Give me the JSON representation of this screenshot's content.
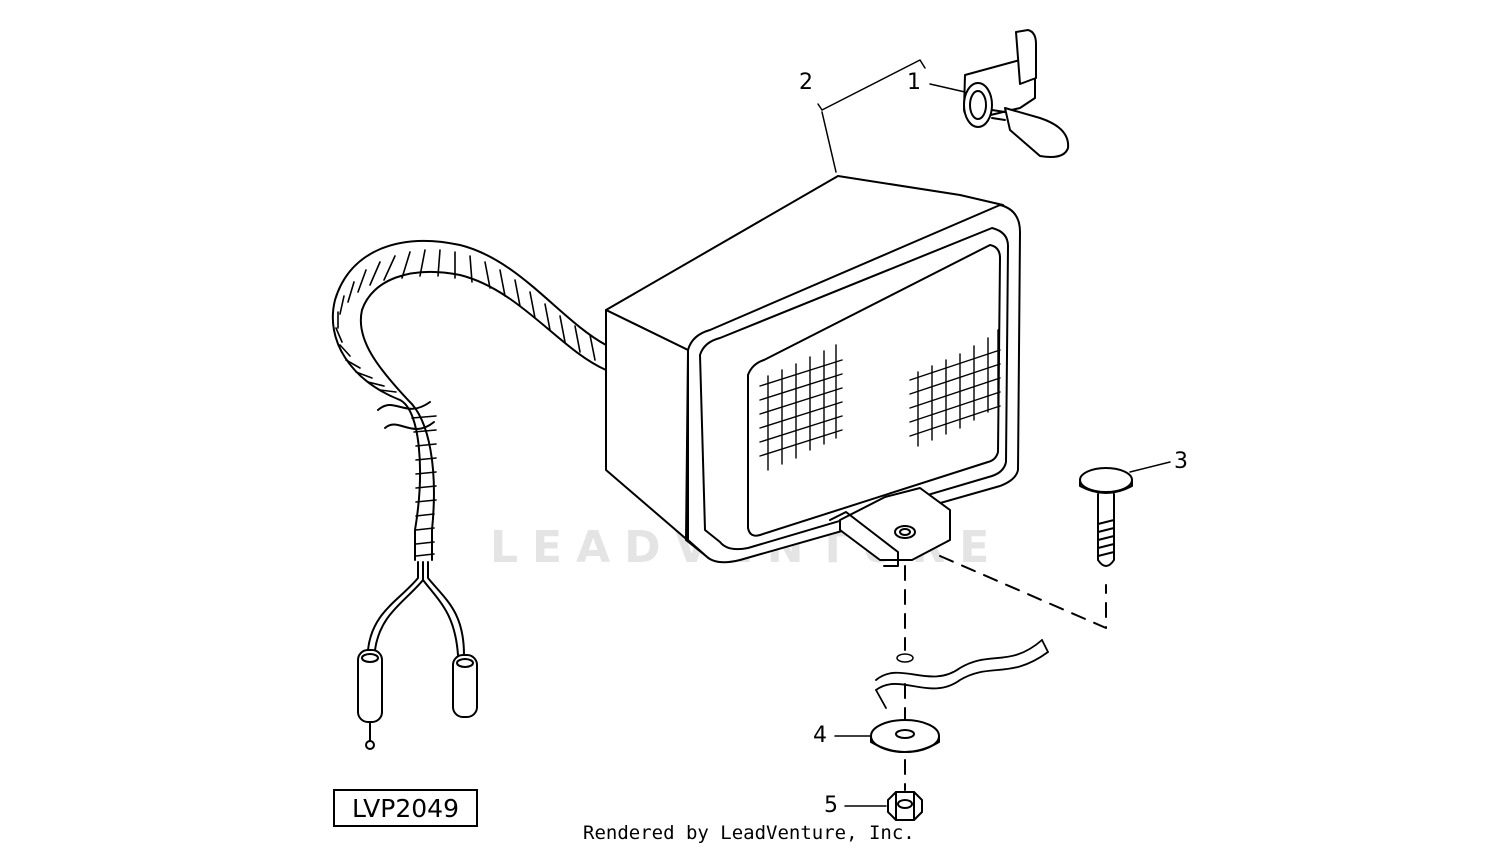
{
  "diagram": {
    "callouts": [
      {
        "id": "callout-1",
        "label": "1"
      },
      {
        "id": "callout-2",
        "label": "2"
      },
      {
        "id": "callout-3",
        "label": "3"
      },
      {
        "id": "callout-4",
        "label": "4"
      },
      {
        "id": "callout-5",
        "label": "5"
      }
    ],
    "figure_id": "LVP2049",
    "watermark": "LEADVENTURE",
    "credit": "Rendered by LeadVenture, Inc."
  },
  "colors": {
    "line": "#000000",
    "background": "#ffffff",
    "watermark": "#e4e4e4"
  }
}
